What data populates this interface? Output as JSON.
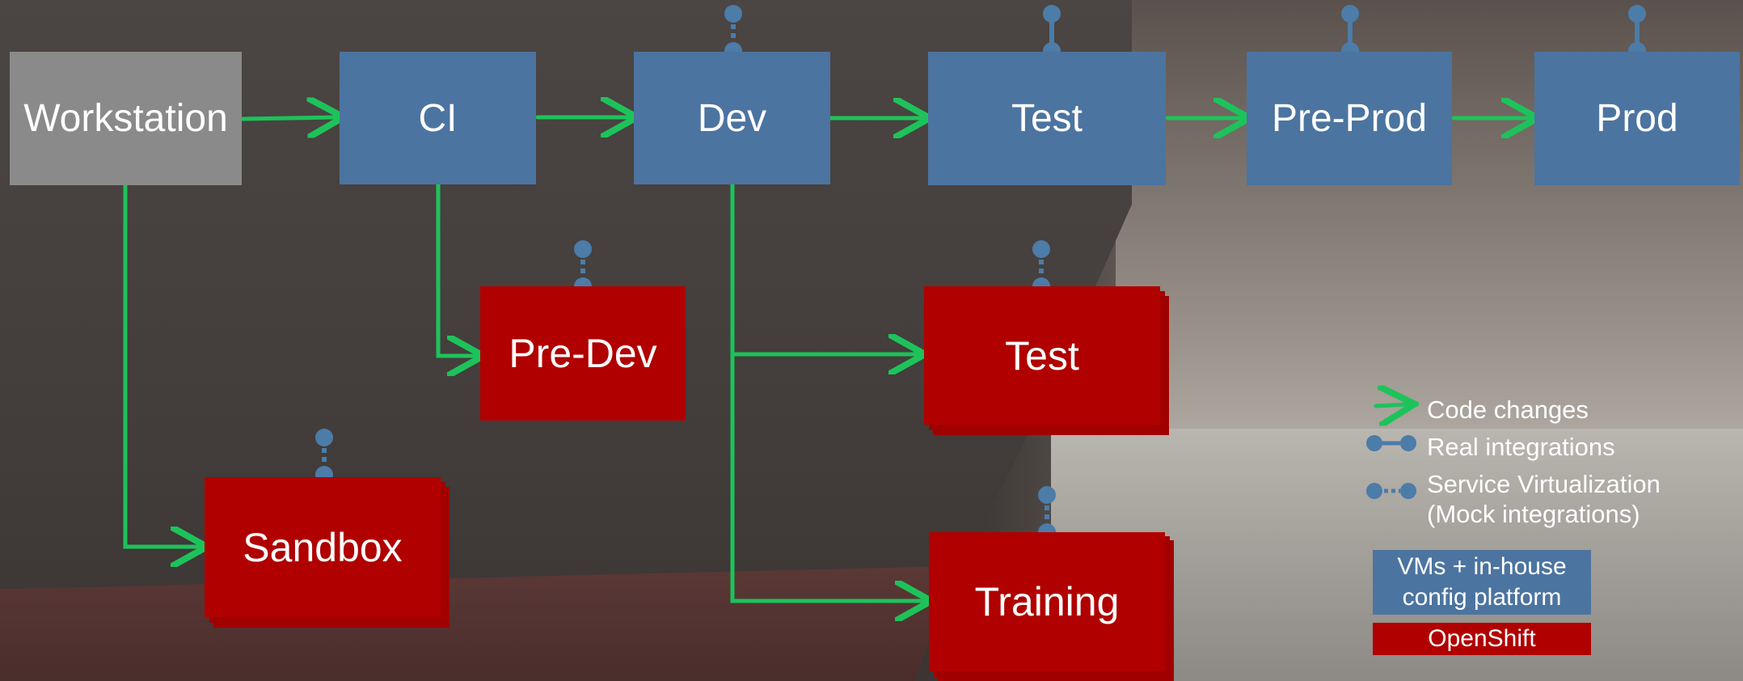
{
  "nodes": {
    "workstation": "Workstation",
    "ci": "CI",
    "dev": "Dev",
    "test_blue": "Test",
    "preprod": "Pre-Prod",
    "prod": "Prod",
    "predev": "Pre-Dev",
    "test_red": "Test",
    "sandbox": "Sandbox",
    "training": "Training"
  },
  "legend": {
    "code_changes": "Code changes",
    "real_integrations": "Real integrations",
    "service_virtualization": "Service Virtualization",
    "mock_integrations": "(Mock integrations)",
    "vms_line1": "VMs + in-house",
    "vms_line2": "config platform",
    "openshift": "OpenShift"
  },
  "colors": {
    "arrow": "#1dc35a",
    "blue_env": "#4c74a0",
    "red_env": "#b00000",
    "workstation": "#8a8a8a",
    "connector": "#4c7ca8"
  }
}
